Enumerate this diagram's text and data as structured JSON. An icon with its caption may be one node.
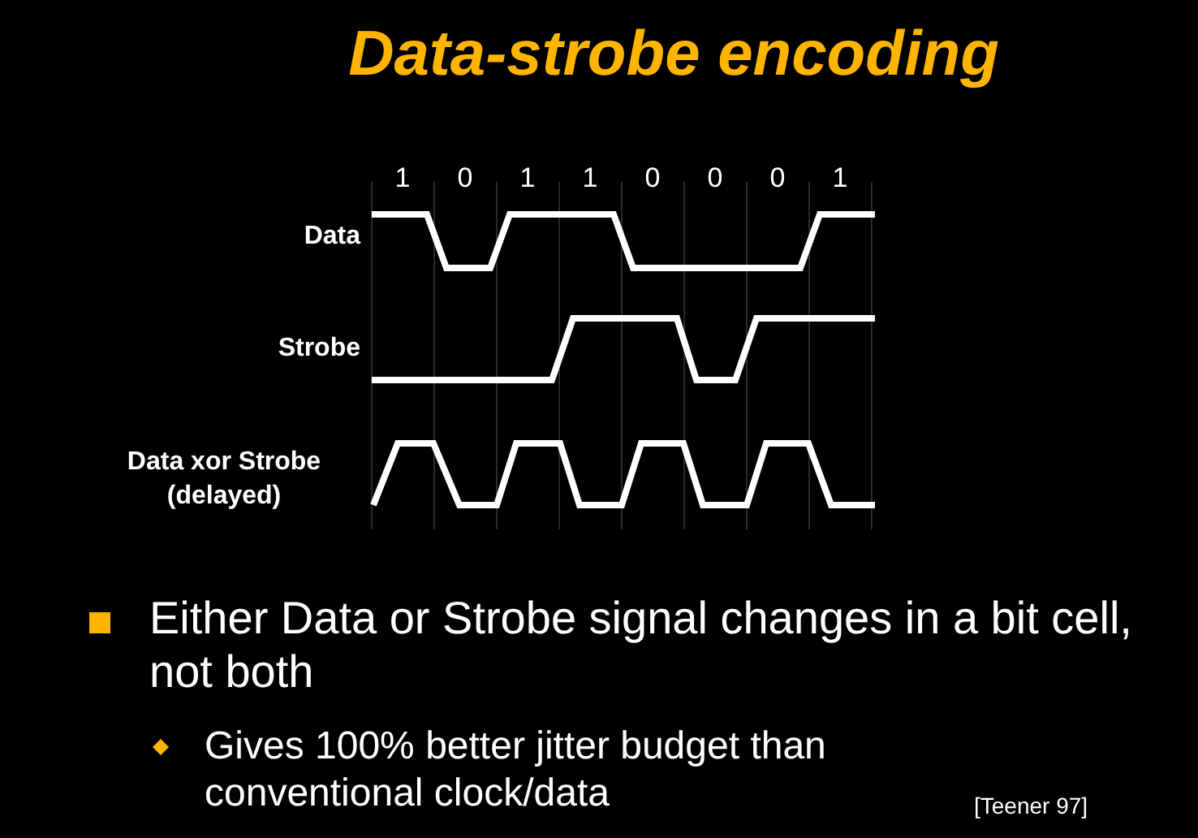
{
  "diagram": {
    "title": "Data-strobe encoding",
    "labels": [
      "1",
      "0",
      "1",
      "1",
      "0",
      "0",
      "0",
      "1",
      "Data",
      "Strobe",
      "Data xor Strobe (delayed)",
      "Either Data or Strobe signal changes in a bit cell, not both",
      "Gives 100% better jitter budget than conventional clock/data",
      "[Teener 97]"
    ]
  }
}
